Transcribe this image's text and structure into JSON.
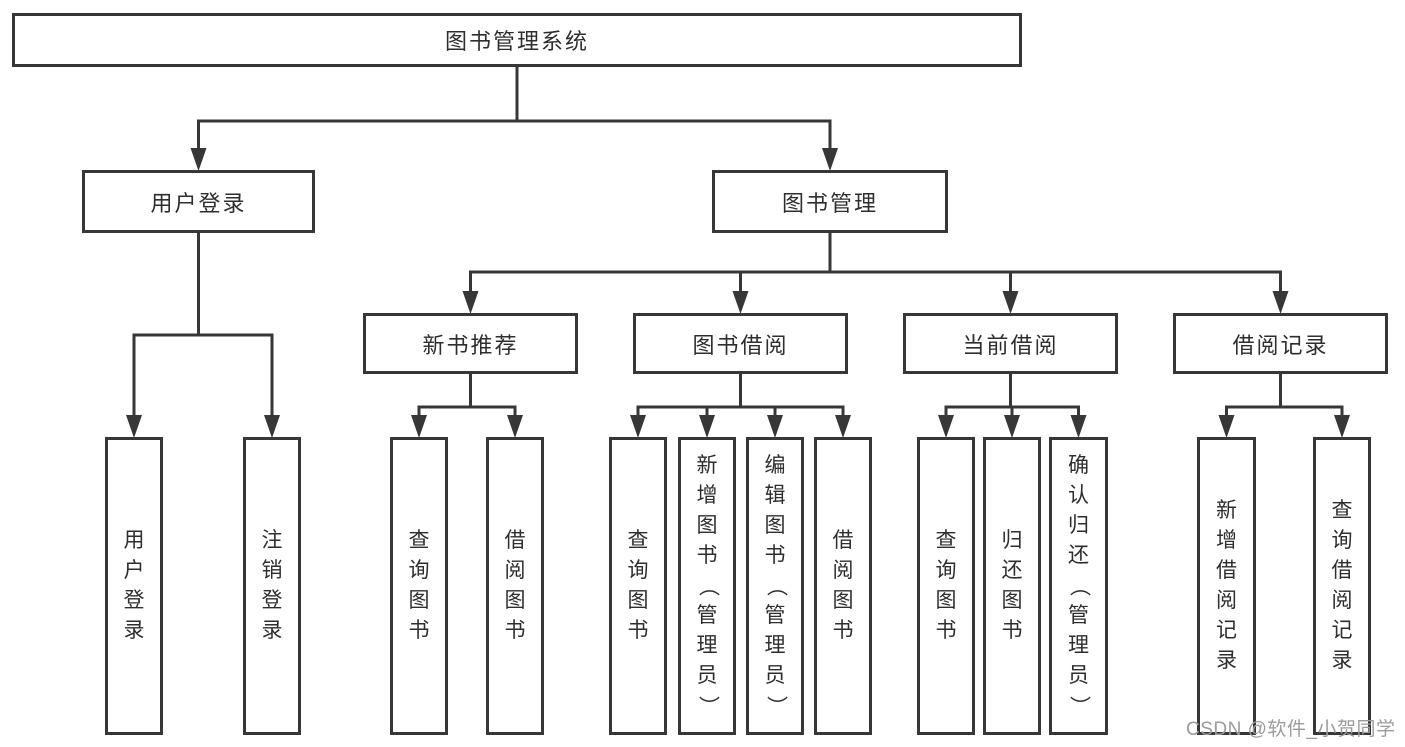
{
  "watermark": "CSDN @软件_小贺同学",
  "colors": {
    "line": "#373737",
    "box_border": "#373737",
    "text": "#2e2e2e",
    "watermark": "#9c9c9c",
    "background": "#ffffff"
  },
  "nodes": [
    {
      "id": "system",
      "label": "图书管理系统",
      "parent": null,
      "orientation": "horizontal"
    },
    {
      "id": "user-login-group",
      "label": "用户登录",
      "parent": "system",
      "orientation": "horizontal"
    },
    {
      "id": "book-mgmt",
      "label": "图书管理",
      "parent": "system",
      "orientation": "horizontal"
    },
    {
      "id": "new-book-rec",
      "label": "新书推荐",
      "parent": "book-mgmt",
      "orientation": "horizontal"
    },
    {
      "id": "book-borrow",
      "label": "图书借阅",
      "parent": "book-mgmt",
      "orientation": "horizontal"
    },
    {
      "id": "current-borrow",
      "label": "当前借阅",
      "parent": "book-mgmt",
      "orientation": "horizontal"
    },
    {
      "id": "borrow-records",
      "label": "借阅记录",
      "parent": "book-mgmt",
      "orientation": "horizontal"
    },
    {
      "id": "user-login",
      "label": "用户登录",
      "parent": "user-login-group",
      "orientation": "vertical"
    },
    {
      "id": "logout",
      "label": "注销登录",
      "parent": "user-login-group",
      "orientation": "vertical"
    },
    {
      "id": "query-book-1",
      "label": "查询图书",
      "parent": "new-book-rec",
      "orientation": "vertical"
    },
    {
      "id": "borrow-book-1",
      "label": "借阅图书",
      "parent": "new-book-rec",
      "orientation": "vertical"
    },
    {
      "id": "query-book-2",
      "label": "查询图书",
      "parent": "book-borrow",
      "orientation": "vertical"
    },
    {
      "id": "add-book-admin",
      "label": "新增图书（管理员）",
      "parent": "book-borrow",
      "orientation": "vertical"
    },
    {
      "id": "edit-book-admin",
      "label": "编辑图书（管理员）",
      "parent": "book-borrow",
      "orientation": "vertical"
    },
    {
      "id": "borrow-book-2",
      "label": "借阅图书",
      "parent": "book-borrow",
      "orientation": "vertical"
    },
    {
      "id": "query-book-3",
      "label": "查询图书",
      "parent": "current-borrow",
      "orientation": "vertical"
    },
    {
      "id": "return-book",
      "label": "归还图书",
      "parent": "current-borrow",
      "orientation": "vertical"
    },
    {
      "id": "confirm-return-admin",
      "label": "确认归还（管理员）",
      "parent": "current-borrow",
      "orientation": "vertical"
    },
    {
      "id": "add-borrow-record",
      "label": "新增借阅记录",
      "parent": "borrow-records",
      "orientation": "vertical"
    },
    {
      "id": "query-borrow-record",
      "label": "查询借阅记录",
      "parent": "borrow-records",
      "orientation": "vertical"
    }
  ]
}
